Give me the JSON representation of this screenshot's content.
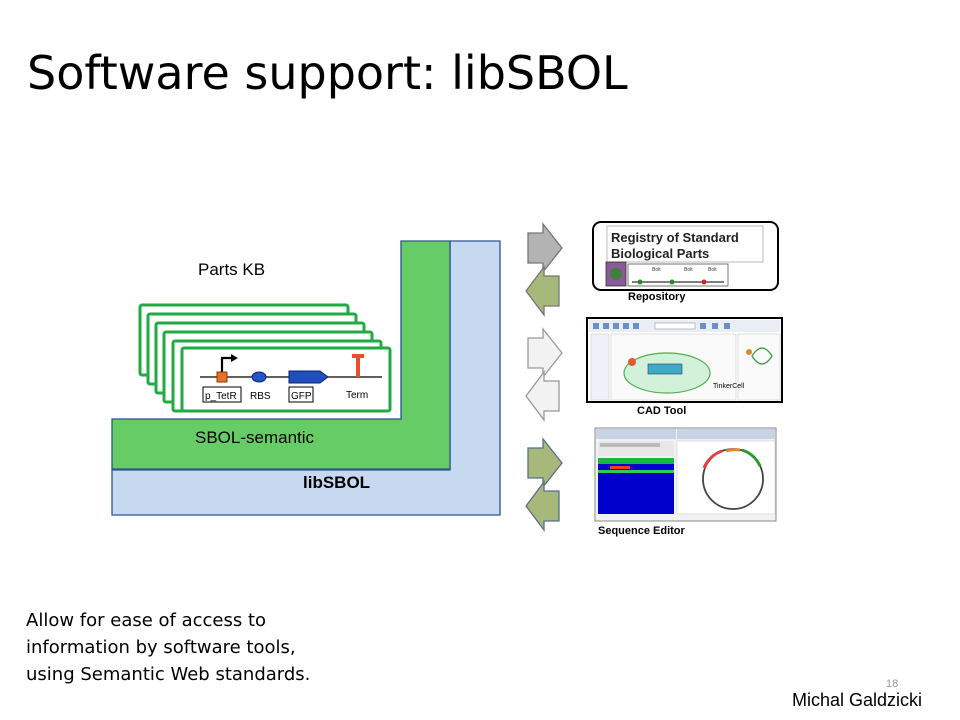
{
  "title": "Software support: libSBOL",
  "diagram": {
    "parts_kb_label": "Parts KB",
    "sbol_semantic_label": "SBOL-semantic",
    "libsbol_label": "libSBOL",
    "part_labels": [
      "p_TetR",
      "RBS",
      "GFP",
      "Term"
    ],
    "tools": [
      {
        "caption": "Repository",
        "registry_line1": "Registry of Standard",
        "registry_line2": "Biological Parts"
      },
      {
        "caption": "CAD Tool",
        "app_label": "TinkerCell"
      },
      {
        "caption": "Sequence Editor"
      }
    ]
  },
  "caption_lines": [
    "Allow for ease of access to",
    "information by software tools,",
    "using Semantic  Web standards."
  ],
  "author": "Michal Galdzicki",
  "page_number": "18",
  "colors": {
    "libsbol_fill": "#c6d9f1",
    "semantic_fill": "#66cc66",
    "card_border": "#22aa44",
    "arrow_gray": "#b3b3b3",
    "arrow_green": "#a6b87a",
    "arrow_light": "#f2f2f2"
  }
}
